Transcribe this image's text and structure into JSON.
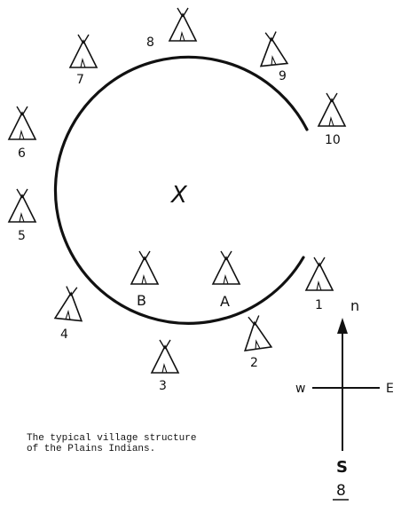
{
  "teepees": [
    {
      "label": "1"
    },
    {
      "label": "2"
    },
    {
      "label": "3"
    },
    {
      "label": "4"
    },
    {
      "label": "5"
    },
    {
      "label": "6"
    },
    {
      "label": "7"
    },
    {
      "label": "8"
    },
    {
      "label": "9"
    },
    {
      "label": "10"
    },
    {
      "label": "A"
    },
    {
      "label": "B"
    }
  ],
  "center_label": "X",
  "compass": {
    "north": "n",
    "south": "S",
    "east": "E",
    "west": "w"
  },
  "caption": {
    "line1": "The typical village structure",
    "line2": "of the Plains Indians."
  },
  "page_number": "8",
  "ink_color": "#111111"
}
